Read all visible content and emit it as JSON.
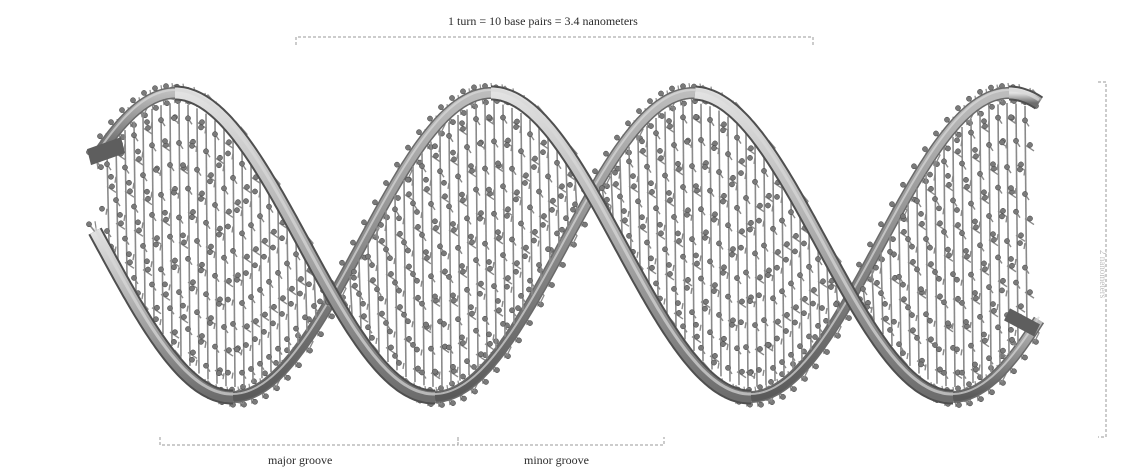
{
  "labels": {
    "turn": "1 turn = 10 base pairs = 3.4 nanometers",
    "major_groove": "major groove",
    "minor_groove": "minor groove",
    "width": "2 nanometers"
  },
  "colors": {
    "backbone_light": "#d9d9d9",
    "backbone_mid": "#a6a6a6",
    "backbone_dark": "#5e5e5e",
    "atoms": "#7a7a7a",
    "bonds": "#8a8a8a"
  }
}
